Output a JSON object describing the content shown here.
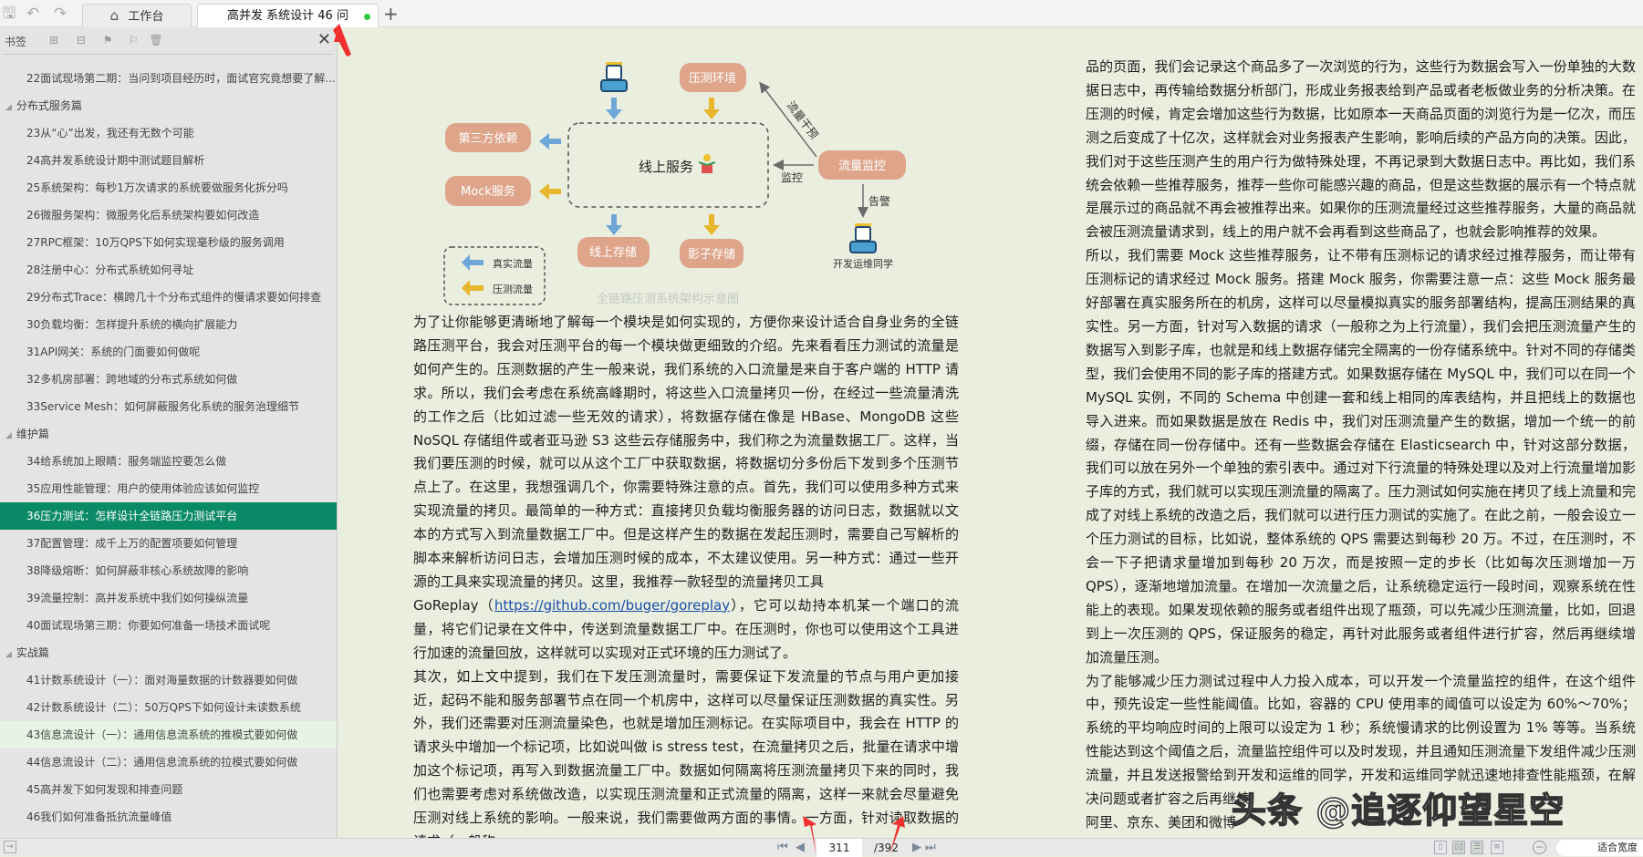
{
  "toolbar": {
    "save_icon": "save-icon",
    "undo_icon": "undo-icon",
    "redo_icon": "redo-icon"
  },
  "tabs": [
    {
      "label": "工作台",
      "icon": "home-icon"
    },
    {
      "label": "高并发 系统设计 46 问",
      "status_color": "#2ecc40"
    }
  ],
  "sidebar": {
    "title": "书签",
    "items": [
      {
        "type": "item",
        "label": "22面试现场第二期：当问到项目经历时，面试官究竟想要了解..."
      },
      {
        "type": "section",
        "label": "分布式服务篇"
      },
      {
        "type": "item",
        "label": "23从“心”出发，我还有无数个可能"
      },
      {
        "type": "item",
        "label": "24高并发系统设计期中测试题目解析"
      },
      {
        "type": "item",
        "label": "25系统架构：每秒1万次请求的系统要做服务化拆分吗"
      },
      {
        "type": "item",
        "label": "26微服务架构：微服务化后系统架构要如何改造"
      },
      {
        "type": "item",
        "label": "27RPC框架：10万QPS下如何实现毫秒级的服务调用"
      },
      {
        "type": "item",
        "label": "28注册中心：分布式系统如何寻址"
      },
      {
        "type": "item",
        "label": "29分布式Trace：横跨几十个分布式组件的慢请求要如何排查"
      },
      {
        "type": "item",
        "label": "30负载均衡：怎样提升系统的横向扩展能力"
      },
      {
        "type": "item",
        "label": "31API网关：系统的门面要如何做呢"
      },
      {
        "type": "item",
        "label": "32多机房部署：跨地域的分布式系统如何做"
      },
      {
        "type": "item",
        "label": "33Service Mesh：如何屏蔽服务化系统的服务治理细节"
      },
      {
        "type": "section",
        "label": "维护篇"
      },
      {
        "type": "item",
        "label": "34给系统加上眼睛：服务端监控要怎么做"
      },
      {
        "type": "item",
        "label": "35应用性能管理：用户的使用体验应该如何监控"
      },
      {
        "type": "item",
        "label": "36压力测试：怎样设计全链路压力测试平台",
        "state": "active"
      },
      {
        "type": "item",
        "label": "37配置管理：成千上万的配置项要如何管理"
      },
      {
        "type": "item",
        "label": "38降级熔断：如何屏蔽非核心系统故障的影响"
      },
      {
        "type": "item",
        "label": "39流量控制：高并发系统中我们如何操纵流量"
      },
      {
        "type": "item",
        "label": "40面试现场第三期：你要如何准备一场技术面试呢"
      },
      {
        "type": "section",
        "label": "实战篇"
      },
      {
        "type": "item",
        "label": "41计数系统设计（一）：面对海量数据的计数器要如何做"
      },
      {
        "type": "item",
        "label": "42计数系统设计（二）：50万QPS下如何设计未读数系统"
      },
      {
        "type": "item",
        "label": "43信息流设计（一）：通用信息流系统的推模式要如何做",
        "state": "hover"
      },
      {
        "type": "item",
        "label": "44信息流设计（二）：通用信息流系统的拉模式要如何做"
      },
      {
        "type": "item",
        "label": "45高并发下如何发现和排查问题"
      },
      {
        "type": "item",
        "label": "46我们如何准备抵抗流量峰值"
      }
    ],
    "active_color": "#0b8a67"
  },
  "diagram": {
    "online_service": "线上服务",
    "pressure_env": "压测环境",
    "third_party": "第三方依赖",
    "mock": "Mock服务",
    "traffic_monitor": "流量监控",
    "online_storage": "线上存储",
    "shadow_storage": "影子存储",
    "intervene": "流量干预",
    "monitor": "监控",
    "alert": "告警",
    "dev_ops": "开发运维同学",
    "legend_real": "真实流量",
    "legend_test": "压测流量",
    "caption": "全链路压测系统架构示意图",
    "colors": {
      "box": "#dea58b",
      "real": "#6fa6d8",
      "test": "#e8b62c"
    }
  },
  "middle": {
    "p1_a": "为了让你能够更清晰地了解每一个模块是如何实现的，方便你来设计适合自身业务的全链路压测平台，我会对压测平台的每一个模块做更细致的介绍。先来看看压力测试的流量是如何产生的。压测数据的产生一般来说，我们系统的入口流量是来自于客户端的 HTTP 请求。所以，我们会考虑在系统高峰期时，将这些入口流量拷贝一份，在经过一些流量清洗的工作之后（比如过滤一些无效的请求），将数据存储在像是 HBase、MongoDB 这些 NoSQL 存储组件或者亚马逊 S3 这些云存储服务中，我们称之为流量数据工厂。这样，当我们要压测的时候，就可以从这个工厂中获取数据，将数据切分多份后下发到多个压测节点上了。在这里，我想强调几个，你需要特殊注意的点。首先，我们可以使用多种方式来实现流量的拷贝。最简单的一种方式：直接拷贝负载均衡服务器的访问日志，数据就以文本的方式写入到流量数据工厂中。但是这样产生的数据在发起压测时，需要自己写解析的脚本来解析访问日志，会增加压测时候的成本，不太建议使用。另一种方式：通过一些开源的工具来实现流量的拷贝。这里，我推荐一款轻型的流量拷贝工具",
    "p1_tool": "GoReplay（",
    "p1_link": "https://github.com/buger/goreplay",
    "p1_b": "），它可以劫持本机某一个端口的流量，将它们记录在文件中，传送到流量数据工厂中。在压测时，你也可以使用这个工具进行加速的流量回放，这样就可以实现对正式环境的压力测试了。",
    "p2": "其次，如上文中提到，我们在下发压测流量时，需要保证下发流量的节点与用户更加接近，起码不能和服务部署节点在同一个机房中，这样可以尽量保证压测数据的真实性。另外，我们还需要对压测流量染色，也就是增加压测标记。在实际项目中，我会在 HTTP 的请求头中增加一个标记项，比如说叫做 is stress test，在流量拷贝之后，批量在请求中增加这个标记项，再写入到数据流量工厂中。数据如何隔离将压测流量拷贝下来的同时，我们也需要考虑对系统做改造，以实现压测流量和正式流量的隔离，这样一来就会尽量避免压测对线上系统的影响。一般来说，我们需要做两方面的事情。一方面，针对读取数据的请求（一般称"
  },
  "right": {
    "p1": "品的页面，我们会记录这个商品多了一次浏览的行为，这些行为数据会写入一份单独的大数据日志中，再传输给数据分析部门，形成业务报表给到产品或者老板做业务的分析决策。在压测的时候，肯定会增加这些行为数据，比如原本一天商品页面的浏览行为是一亿次，而压测之后变成了十亿次，这样就会对业务报表产生影响，影响后续的产品方向的决策。因此，我们对于这些压测产生的用户行为做特殊处理，不再记录到大数据日志中。再比如，我们系统会依赖一些推荐服务，推荐一些你可能感兴趣的商品，但是这些数据的展示有一个特点就是展示过的商品就不再会被推荐出来。如果你的压测流量经过这些推荐服务，大量的商品就会被压测流量请求到，线上的用户就不会再看到这些商品了，也就会影响推荐的效果。",
    "p2": "所以，我们需要 Mock 这些推荐服务，让不带有压测标记的请求经过推荐服务，而让带有压测标记的请求经过 Mock 服务。搭建 Mock 服务，你需要注意一点：这些 Mock 服务最好部署在真实服务所在的机房，这样可以尽量模拟真实的服务部署结构，提高压测结果的真实性。另一方面，针对写入数据的请求（一般称之为上行流量），我们会把压测流量产生的数据写入到影子库，也就是和线上数据存储完全隔离的一份存储系统中。针对不同的存储类型，我们会使用不同的影子库的搭建方式。如果数据存储在 MySQL 中，我们可以在同一个 MySQL 实例，不同的 Schema 中创建一套和线上相同的库表结构，并且把线上的数据也导入进来。而如果数据是放在 Redis 中，我们对压测流量产生的数据，增加一个统一的前缀，存储在同一份存储中。还有一些数据会存储在 Elasticsearch 中，针对这部分数据，我们可以放在另外一个单独的索引表中。通过对下行流量的特殊处理以及对上行流量增加影子库的方式，我们就可以实现压测流量的隔离了。压力测试如何实施在拷贝了线上流量和完成了对线上系统的改造之后，我们就可以进行压力测试的实施了。在此之前，一般会设立一个压力测试的目标，比如说，整体系统的 QPS 需要达到每秒 20 万。不过，在压测时，不会一下子把请求量增加到每秒 20 万次，而是按照一定的步长（比如每次压测增加一万 QPS），逐渐地增加流量。在增加一次流量之后，让系统稳定运行一段时间，观察系统在性能上的表现。如果发现依赖的服务或者组件出现了瓶颈，可以先减少压测流量，比如，回退到上一次压测的 QPS，保证服务的稳定，再针对此服务或者组件进行扩容，然后再继续增加流量压测。",
    "p3": "为了能够减少压力测试过程中人力投入成本，可以开发一个流量监控的组件，在这个组件中，预先设定一些性能阈值。比如，容器的 CPU 使用率的阈值可以设定为 60%～70%；系统的平均响应时间的上限可以设定为 1 秒；系统慢请求的比例设置为 1% 等等。当系统性能达到这个阈值之后，流量监控组件可以及时发现，并且通知压测流量下发组件减少压测流量，并且发送报警给到开发和运维的同学，开发和运维同学就迅速地排查性能瓶颈，在解决问题或者扩容之后再继续",
    "p3_tail": "阿里、京东、美团和微博"
  },
  "watermark": "头条 @追逐仰望星空",
  "bottombar": {
    "current_page": "311",
    "total_pages": "/392",
    "zoom_mode": "适合宽度"
  }
}
